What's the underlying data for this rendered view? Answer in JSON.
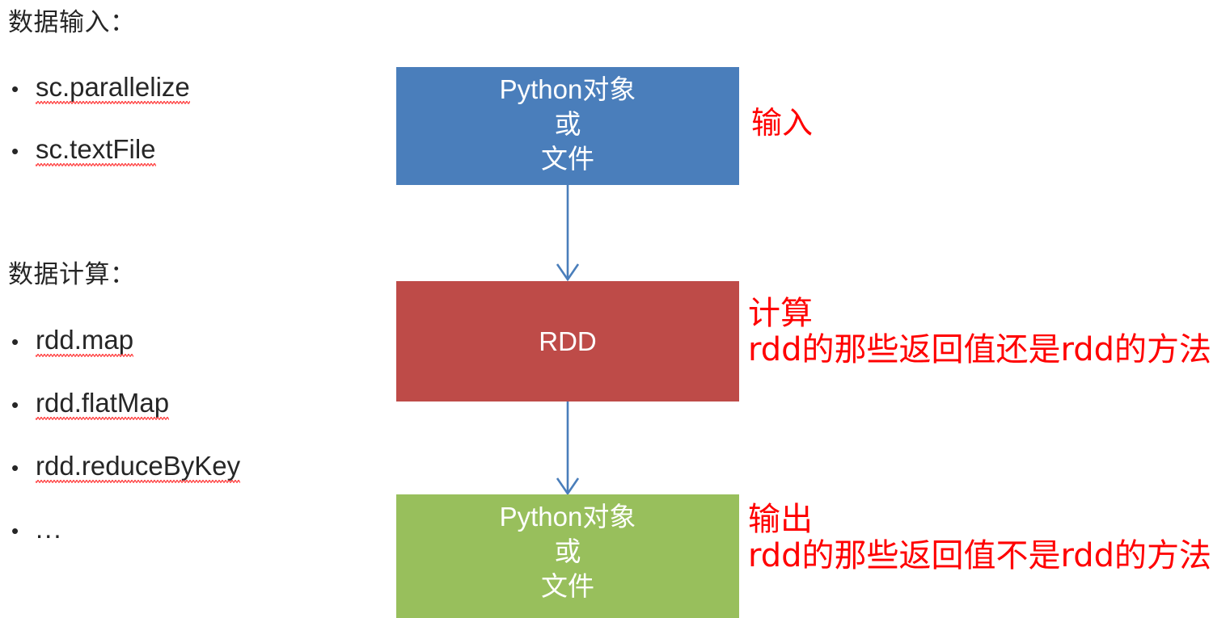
{
  "slide": {
    "background_color": "#ffffff",
    "text_color": "#262626"
  },
  "left_panel": {
    "sections": [
      {
        "heading": "数据输入：",
        "bullets": [
          {
            "marker": "•",
            "label": "sc.parallelize",
            "spellcheck_underline": true
          },
          {
            "marker": "•",
            "label": "sc.textFile",
            "spellcheck_underline": true
          }
        ]
      },
      {
        "heading": "数据计算：",
        "bullets": [
          {
            "marker": "•",
            "label": "rdd.map",
            "spellcheck_underline": true
          },
          {
            "marker": "•",
            "label": "rdd.flatMap",
            "spellcheck_underline": true
          },
          {
            "marker": "•",
            "label": "rdd.reduceByKey",
            "spellcheck_underline": true
          },
          {
            "marker": "•",
            "label": "...",
            "spellcheck_underline": false
          }
        ]
      }
    ]
  },
  "diagram": {
    "boxes": [
      {
        "id": "input-box",
        "lines": [
          "Python对象",
          "或",
          "文件"
        ],
        "fill_color": "#4A7EBB",
        "text_color": "#ffffff"
      },
      {
        "id": "rdd-box",
        "lines": [
          "RDD"
        ],
        "fill_color": "#BE4B48",
        "text_color": "#ffffff"
      },
      {
        "id": "output-box",
        "lines": [
          "Python对象",
          "或",
          "文件"
        ],
        "fill_color": "#98BF5C",
        "text_color": "#ffffff"
      }
    ],
    "arrows": [
      {
        "id": "arrow-input-to-rdd",
        "color": "#4A7EBB",
        "direction": "down"
      },
      {
        "id": "arrow-rdd-to-output",
        "color": "#4A7EBB",
        "direction": "down"
      }
    ]
  },
  "annotations": {
    "color": "#ff0000",
    "input": {
      "lines": [
        "输入"
      ]
    },
    "compute": {
      "lines": [
        "计算",
        "rdd的那些返回值还是rdd的方法"
      ]
    },
    "output": {
      "lines": [
        "输出",
        "rdd的那些返回值不是rdd的方法"
      ]
    }
  }
}
